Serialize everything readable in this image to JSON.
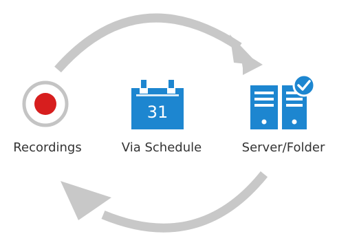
{
  "nodes": [
    {
      "id": "recordings",
      "label": "Recordings",
      "icon": "record-icon"
    },
    {
      "id": "schedule",
      "label": "Via Schedule",
      "icon": "calendar-icon",
      "icon_text": "31"
    },
    {
      "id": "server",
      "label": "Server/Folder",
      "icon": "server-check-icon"
    }
  ],
  "colors": {
    "arrow": "#c8c8c8",
    "record_ring": "#c4c4c4",
    "record_dot": "#d71e1e",
    "icon_blue": "#1d86d0",
    "icon_blue_dark": "#0f6fb4",
    "label_text": "#333333"
  }
}
